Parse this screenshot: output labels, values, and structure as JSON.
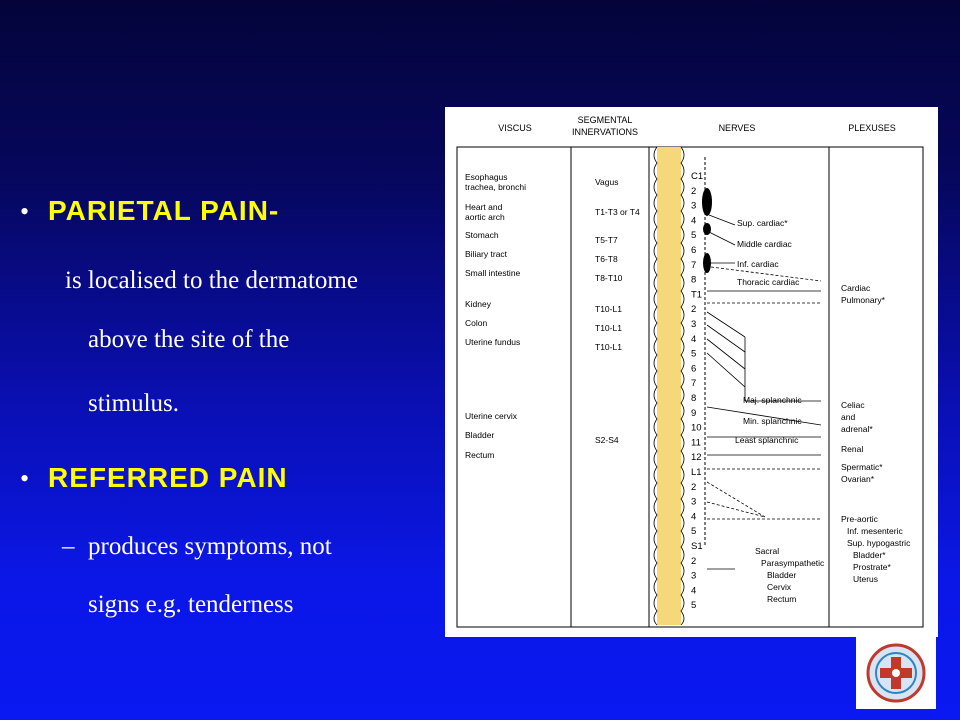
{
  "slide": {
    "bullet1": {
      "heading": "Parietal pain-",
      "lines": [
        "is localised to the dermatome",
        "above the site of the",
        "stimulus."
      ]
    },
    "bullet2": {
      "heading": "Referred pain",
      "dash": "–",
      "lines": [
        "produces symptoms, not",
        "signs e.g. tenderness"
      ]
    },
    "bullet_char": "•"
  },
  "figure": {
    "headers": {
      "viscus": "VISCUS",
      "segmental": [
        "SEGMENTAL",
        "INNERVATIONS"
      ],
      "nerves": "NERVES",
      "plexuses": "PLEXUSES"
    },
    "viscera": [
      {
        "lines": [
          "Esophagus",
          "trachea, bronchi"
        ],
        "seg": "Vagus"
      },
      {
        "lines": [
          "Heart and",
          "aortic arch"
        ],
        "seg": "T1-T3 or T4"
      },
      {
        "lines": [
          "Stomach"
        ],
        "seg": "T5-T7"
      },
      {
        "lines": [
          "Biliary tract"
        ],
        "seg": "T6-T8"
      },
      {
        "lines": [
          "Small intestine"
        ],
        "seg": "T8-T10"
      },
      {
        "lines": [
          "Kidney"
        ],
        "seg": "T10-L1"
      },
      {
        "lines": [
          "Colon"
        ],
        "seg": "T10-L1"
      },
      {
        "lines": [
          "Uterine fundus"
        ],
        "seg": "T10-L1"
      },
      {
        "lines": [
          "Uterine cervix"
        ],
        "seg": ""
      },
      {
        "lines": [
          "Bladder"
        ],
        "seg": "S2-S4"
      },
      {
        "lines": [
          "Rectum"
        ],
        "seg": ""
      }
    ],
    "segments": [
      "C1",
      "2",
      "3",
      "4",
      "5",
      "6",
      "7",
      "8",
      "T1",
      "2",
      "3",
      "4",
      "5",
      "6",
      "7",
      "8",
      "9",
      "10",
      "11",
      "12",
      "L1",
      "2",
      "3",
      "4",
      "5",
      "S1",
      "2",
      "3",
      "4",
      "5"
    ],
    "nerves": [
      "Sup. cardiac*",
      "Middle cardiac",
      "Inf. cardiac",
      "Thoracic cardiac",
      "Maj. splanchnic",
      "Min. splanchnic",
      "Least splanchnic",
      "Sacral",
      "Parasympathetic",
      "Bladder",
      "Cervix",
      "Rectum"
    ],
    "plexuses": [
      "Cardiac",
      "Pulmonary*",
      "Celiac",
      "and",
      "adrenal*",
      "Renal",
      "Spermatic*",
      "Ovarian*",
      "Pre-aortic",
      "Inf. mesenteric",
      "Sup. hypogastric",
      "Bladder*",
      "Prostrate*",
      "Uterus"
    ]
  },
  "logo": {
    "name": "institution-logo"
  }
}
